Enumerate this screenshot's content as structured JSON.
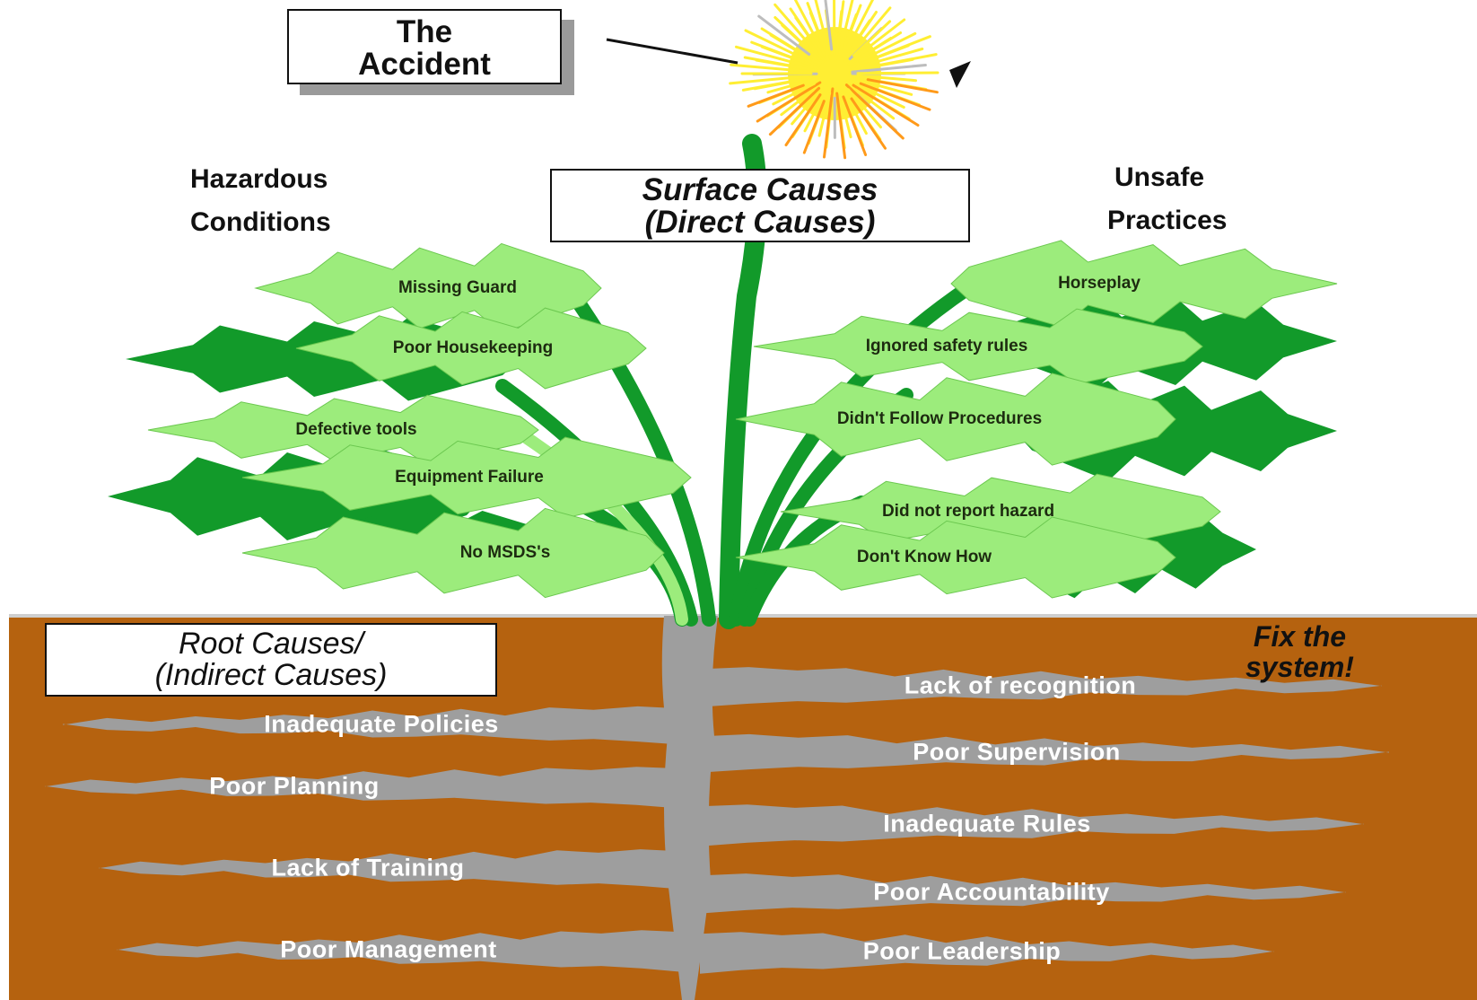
{
  "accident_box": {
    "line1": "The",
    "line2": "Accident"
  },
  "surface_box": {
    "line1": "Surface Causes",
    "line2": "(Direct Causes)"
  },
  "root_box": {
    "line1": "Root Causes/",
    "line2": "(Indirect Causes)"
  },
  "left_heading": {
    "line1": "Hazardous",
    "line2": "Conditions"
  },
  "right_heading": {
    "line1": "Unsafe",
    "line2": "Practices"
  },
  "fix_note": {
    "line1": "Fix the",
    "line2": "system!"
  },
  "hazardous_conditions": [
    "Missing Guard",
    "Poor Housekeeping",
    "Defective tools",
    "Equipment Failure",
    "No MSDS's"
  ],
  "unsafe_practices": [
    "Horseplay",
    "Ignored safety rules",
    "Didn't Follow Procedures",
    "Did not report hazard",
    "Don't Know How"
  ],
  "root_causes_left": [
    "Inadequate Policies",
    "Poor  Planning",
    "Lack of Training",
    "Poor Management"
  ],
  "root_causes_right": [
    "Lack of recognition",
    "Poor  Supervision",
    "Inadequate Rules",
    "Poor Accountability",
    "Poor Leadership"
  ],
  "colors": {
    "soil": "#b5620f",
    "root": "#9e9e9e",
    "light_leaf": "#9cec7c",
    "dark_leaf": "#129a2a",
    "flower": "#ffee33",
    "petal_accent": "#ff9a1a"
  }
}
